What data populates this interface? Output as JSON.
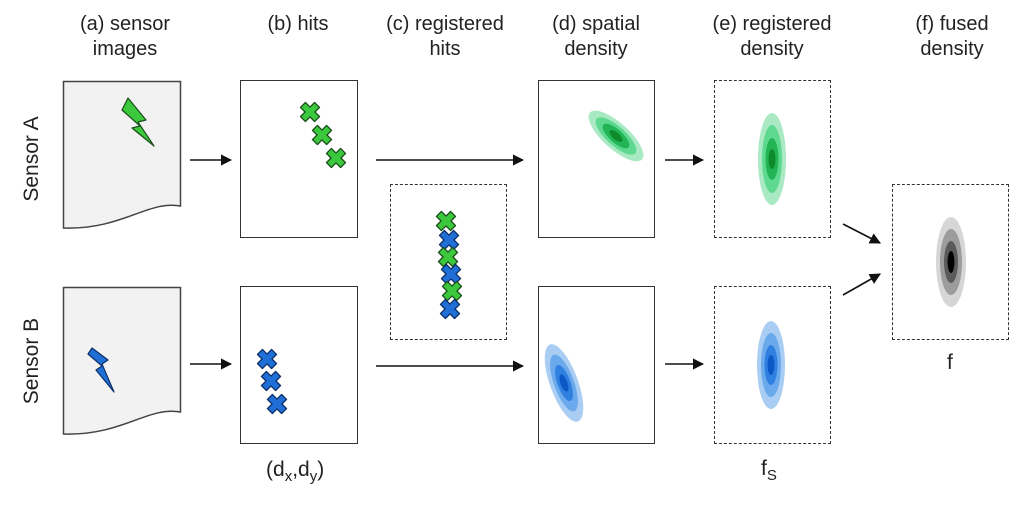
{
  "headers": [
    {
      "line1": "(a) sensor",
      "line2": "images"
    },
    {
      "line1": "(b) hits",
      "line2": ""
    },
    {
      "line1": "(c) registered",
      "line2": "hits"
    },
    {
      "line1": "(d) spatial",
      "line2": "density"
    },
    {
      "line1": "(e) registered",
      "line2": "density"
    },
    {
      "line1": "(f) fused",
      "line2": "density"
    }
  ],
  "rows": {
    "a": "Sensor A",
    "b": "Sensor B"
  },
  "labels": {
    "d_open": "(d",
    "dx_sub": "x",
    "d_mid": ",d",
    "dy_sub": "y",
    "d_close": ")",
    "fs_main": "f",
    "fs_sub": "S",
    "f": "f"
  },
  "colors": {
    "green_mark": "#3cc83c",
    "blue_mark": "#1f6fd6",
    "green_density": [
      "#a9e9c4",
      "#5fd98f",
      "#23b456",
      "#0f8a2a"
    ],
    "blue_density": [
      "#a9cdf3",
      "#6aa9ec",
      "#2f80e0",
      "#0d58c4"
    ],
    "gray_density": [
      "#d6d6d6",
      "#9c9c9c",
      "#5a5a5a",
      "#000000"
    ]
  }
}
